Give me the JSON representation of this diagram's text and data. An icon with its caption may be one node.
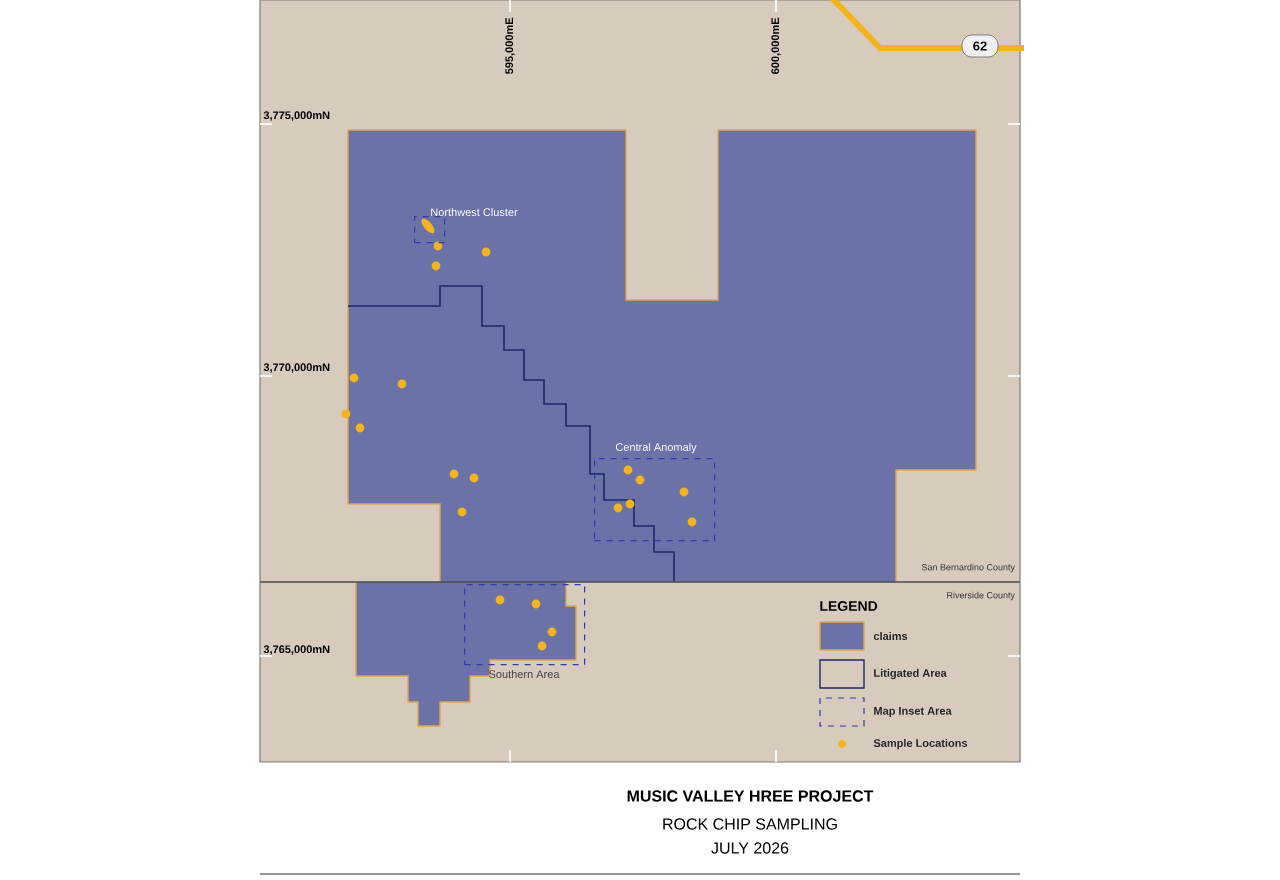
{
  "diagram": {
    "title": "MUSIC VALLEY HREE PROJECT",
    "nodes": [
      {
        "text": [
          "Northwest Cluster"
        ]
      },
      {
        "text": [
          "Central Anomaly"
        ]
      },
      {
        "text": [
          "Southern Area"
        ]
      }
    ],
    "labels": [
      "62",
      "595,000mE",
      "600,000mE",
      "3,775,000mN",
      "3,770,000mN",
      "San Bernardino County",
      "Riverside County",
      "3,765,000mN",
      "LEGEND",
      "ROCK CHIP SAMPLING",
      "JULY 2026"
    ],
    "legend": [
      {
        "text": "claims",
        "color": "#6a72a8"
      },
      {
        "text": "Litigated Area"
      },
      {
        "text": "Map Inset Area"
      },
      {
        "text": "Sample Locations"
      }
    ]
  }
}
